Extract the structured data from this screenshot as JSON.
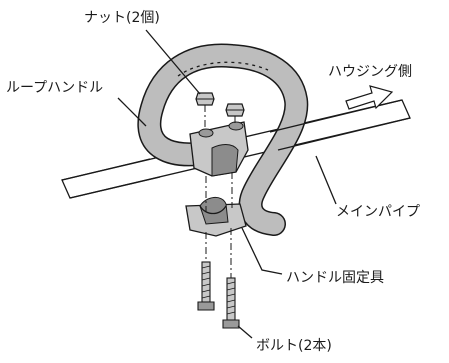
{
  "labels": {
    "nut": "ナット(2個)",
    "loop_handle": "ループハンドル",
    "housing_side": "ハウジング側",
    "main_pipe": "メインパイプ",
    "handle_bracket": "ハンドル固定具",
    "bolt": "ボルト(2本)"
  },
  "colors": {
    "part_fill": "#c8c8c8",
    "part_shade": "#8c8c8c",
    "outline": "#1a1a1a"
  }
}
